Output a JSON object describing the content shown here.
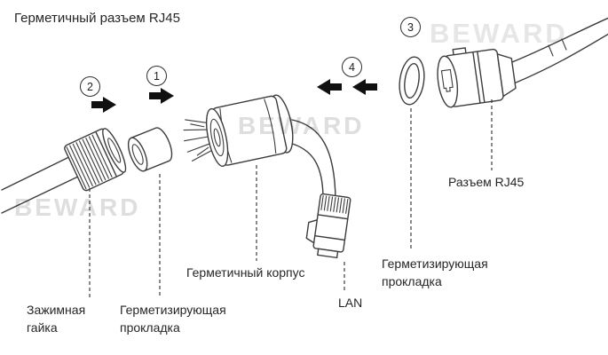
{
  "title": "Герметичный разъем RJ45",
  "watermark": {
    "text": "BEWARD"
  },
  "steps": {
    "one": "1",
    "two": "2",
    "three": "3",
    "four": "4"
  },
  "labels": {
    "clamp_nut": "Зажимная\nгайка",
    "gasket_left": "Герметизирующая\nпрокладка",
    "sealed_body": "Герметичный корпус",
    "lan": "LAN",
    "gasket_right": "Герметизирующая\nпрокладка",
    "rj45_socket": "Разъем RJ45"
  },
  "colors": {
    "line": "#3c3c3c",
    "text": "#262626",
    "watermark": "#dedede"
  }
}
